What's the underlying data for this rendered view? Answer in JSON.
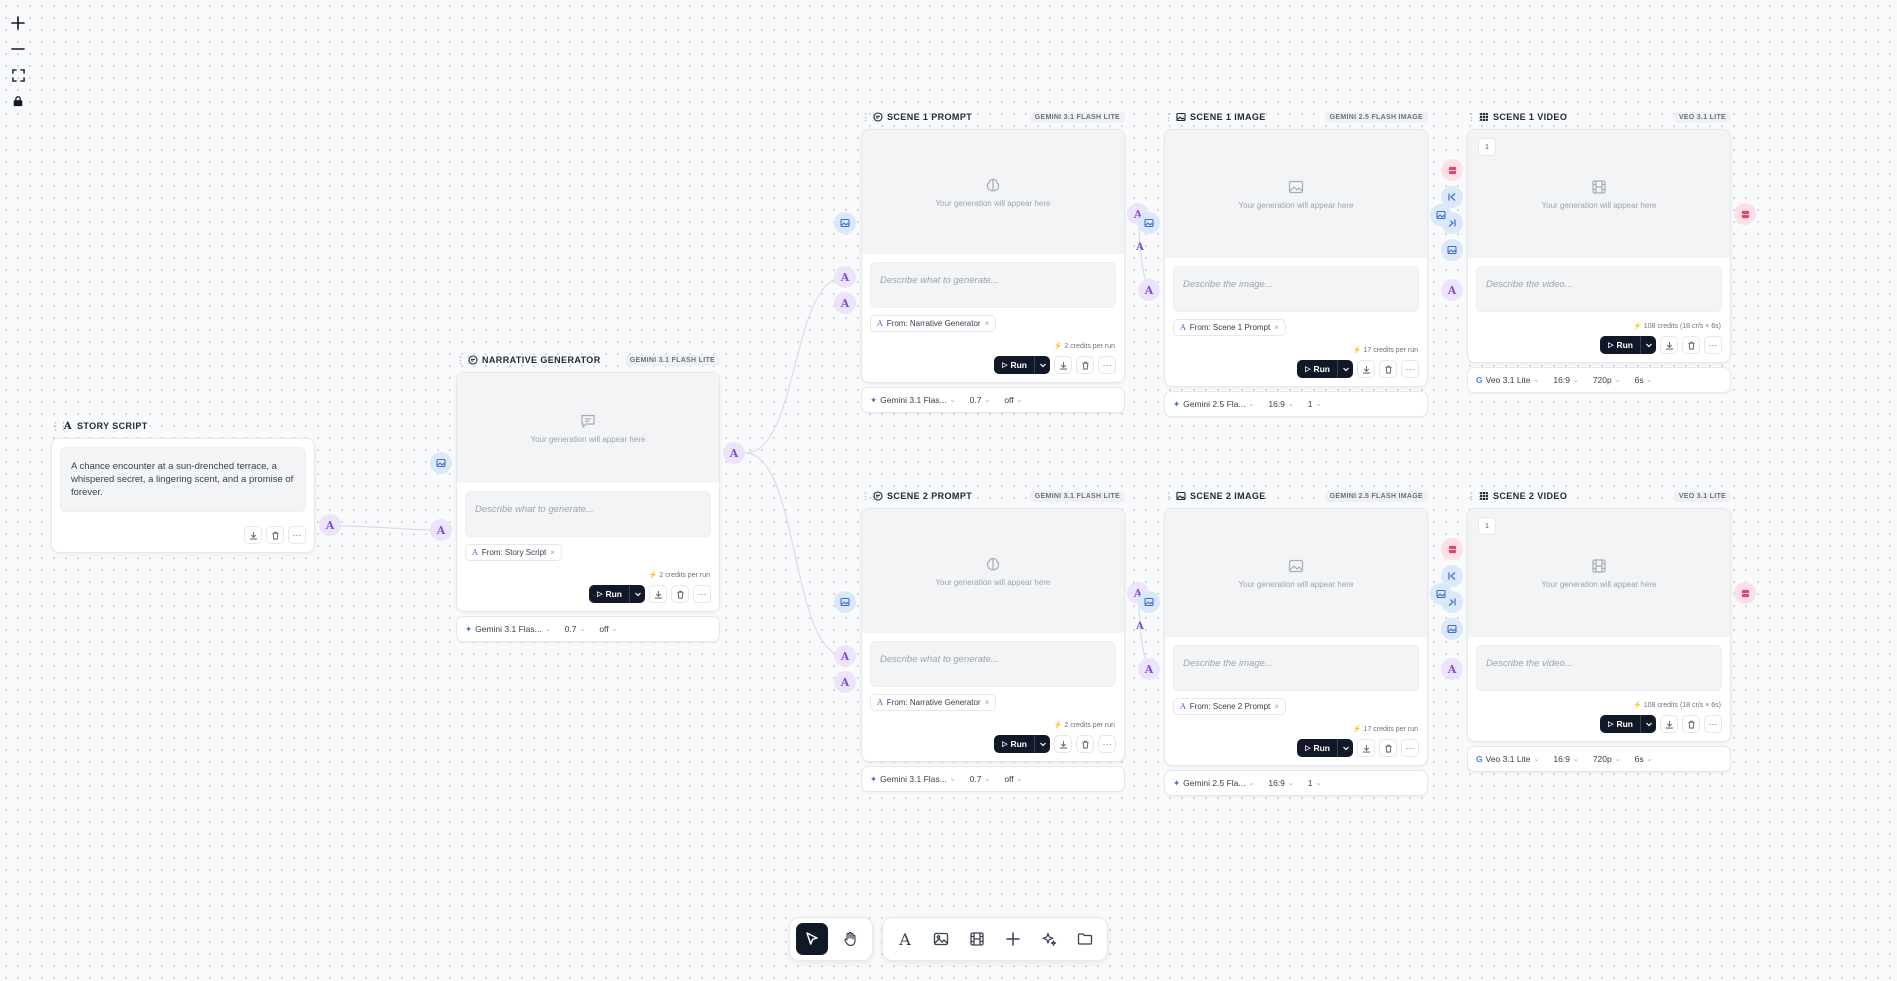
{
  "colors": {
    "text_handle": "#7c4fd6",
    "image_handle": "#3e6fd1",
    "video_handle": "#e0456e",
    "run": "#111827"
  },
  "placeholders": {
    "generation": "Your generation will appear here",
    "prompt": "Describe what to generate...",
    "image_prompt": "Describe the image...",
    "video_prompt": "Describe the video..."
  },
  "labels": {
    "run": "Run"
  },
  "story_script": {
    "title": "STORY SCRIPT",
    "text": "A chance encounter at a sun-drenched terrace, a whispered secret, a lingering scent, and a promise of forever."
  },
  "narrative": {
    "title": "NARRATIVE GENERATOR",
    "badge": "GEMINI 3.1 FLASH LITE",
    "chip": "From: Story Script",
    "credits": "2 credits per run",
    "model": "Gemini 3.1 Flas...",
    "temp": "0.7",
    "think": "off"
  },
  "scene1_prompt": {
    "title": "SCENE 1 PROMPT",
    "badge": "GEMINI 3.1 FLASH LITE",
    "chip": "From: Narrative Generator",
    "credits": "2 credits per run",
    "model": "Gemini 3.1 Flas...",
    "temp": "0.7",
    "think": "off"
  },
  "scene2_prompt": {
    "title": "SCENE 2 PROMPT",
    "badge": "GEMINI 3.1 FLASH LITE",
    "chip": "From: Narrative Generator",
    "credits": "2 credits per run",
    "model": "Gemini 3.1 Flas...",
    "temp": "0.7",
    "think": "off"
  },
  "scene1_image": {
    "title": "SCENE 1 IMAGE",
    "badge": "GEMINI 2.5 FLASH IMAGE",
    "chip": "From: Scene 1 Prompt",
    "credits": "17 credits per run",
    "model": "Gemini 2.5 Fla...",
    "ratio": "16:9",
    "count": "1"
  },
  "scene2_image": {
    "title": "SCENE 2 IMAGE",
    "badge": "GEMINI 2.5 FLASH IMAGE",
    "chip": "From: Scene 2 Prompt",
    "credits": "17 credits per run",
    "model": "Gemini 2.5 Fla...",
    "ratio": "16:9",
    "count": "1"
  },
  "scene1_video": {
    "title": "SCENE 1 VIDEO",
    "badge": "VEO 3.1 LITE",
    "frame": "1",
    "credits": "108 credits (18 cr/s × 6s)",
    "model": "Veo 3.1 Lite",
    "ratio": "16:9",
    "res": "720p",
    "dur": "6s"
  },
  "scene2_video": {
    "title": "SCENE 2 VIDEO",
    "badge": "VEO 3.1 LITE",
    "frame": "1",
    "credits": "108 credits (18 cr/s × 6s)",
    "model": "Veo 3.1 Lite",
    "ratio": "16:9",
    "res": "720p",
    "dur": "6s"
  },
  "toolbar": {
    "tools": [
      "select-tool",
      "pan-tool"
    ],
    "adders": [
      "add-text-node",
      "add-image-node",
      "add-video-node",
      "add-node",
      "ai-assist",
      "open-folder"
    ]
  }
}
